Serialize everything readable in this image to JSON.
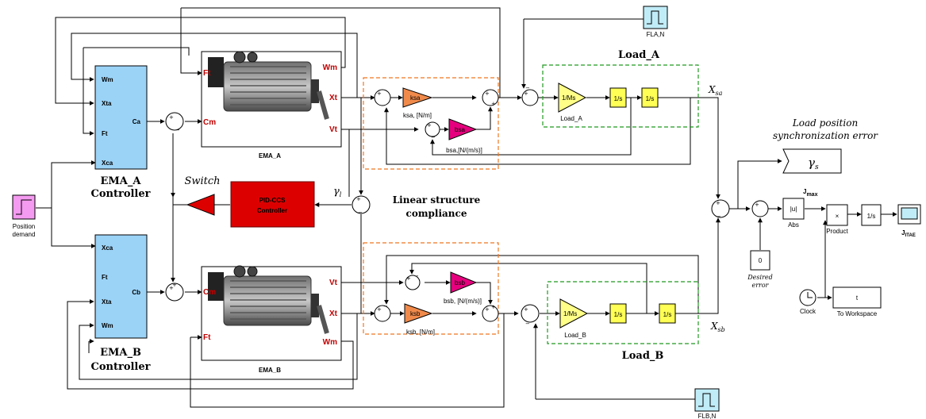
{
  "colors": {
    "controller": "#9bd3f7",
    "pid": "#dd0000",
    "switch_gain": "#dd0000",
    "spring_gain": "#f08a4b",
    "damper_gain": "#e6007e",
    "mass_gain": "#ffff88",
    "integrator": "#ffff55",
    "step_source": "#f49af0",
    "scope": "#c0ecf7",
    "dashed_orange": "#ee7722",
    "dashed_green": "#229922"
  },
  "controller_a": {
    "ports_in": [
      "Wm",
      "Xta",
      "Ft",
      "Xca"
    ],
    "port_out": "Ca",
    "title_line1": "EMA_A",
    "title_line2": "Controller"
  },
  "controller_b": {
    "ports_in": [
      "Xca",
      "Ft",
      "Xta",
      "Wm"
    ],
    "port_out": "Cb",
    "title_line1": "EMA_B",
    "title_line2": "Controller"
  },
  "ema_a": {
    "port_in": "Cm",
    "ports_out": [
      "Wm",
      "Xt",
      "Vt"
    ],
    "left_top_port": "Ft",
    "label": "EMA_A"
  },
  "ema_b": {
    "port_in": "Cm",
    "ports_out": [
      "Vt",
      "Xt",
      "Wm"
    ],
    "left_bottom_port": "Ft",
    "label": "EMA_B"
  },
  "position_demand": {
    "label_line1": "Position",
    "label_line2": "demand"
  },
  "switch": {
    "label": "Switch"
  },
  "pid": {
    "line1": "PID-CCS",
    "line2": "Controller"
  },
  "gamma_l": {
    "symbol": "γ",
    "subscript": "l"
  },
  "linear_compliance": {
    "line1": "Linear structure",
    "line2": "compliance"
  },
  "spring_a": {
    "block": "ksa",
    "caption": "ksa, [N/m]"
  },
  "damper_a": {
    "block": "bsa",
    "caption": "bsa,[N/(m/s)]"
  },
  "spring_b": {
    "block": "ksb",
    "caption": "ksb, [N/m]"
  },
  "damper_b": {
    "block": "bsb",
    "caption": "bsb, [N/(m/s)]"
  },
  "load_a": {
    "title": "Load_A",
    "mass": "1/Ms",
    "mass_caption": "Load_A",
    "integrator": "1/s"
  },
  "load_b": {
    "title": "Load_B",
    "mass": "1/Ms",
    "mass_caption": "Load_B",
    "integrator": "1/s"
  },
  "fla": {
    "label": "FLA,N"
  },
  "flb": {
    "label": "FLB,N"
  },
  "xsa": {
    "symbol": "X",
    "subscript": "sa"
  },
  "xsb": {
    "symbol": "X",
    "subscript": "sb"
  },
  "sync_error": {
    "line1": "Load position",
    "line2": "synchronization error"
  },
  "gamma_s": {
    "symbol": "γ",
    "subscript": "s"
  },
  "jmax": {
    "symbol": "J",
    "subscript": "max"
  },
  "abs": {
    "block": "|u|",
    "caption": "Abs"
  },
  "desired_error": {
    "value": "0",
    "line1": "Desired",
    "line2": "error"
  },
  "product": {
    "block": "×",
    "caption": "Product"
  },
  "integrator_j": {
    "block": "1/s"
  },
  "jitae": {
    "symbol": "J",
    "subscript": "ITAE"
  },
  "clock": {
    "caption": "Clock"
  },
  "to_workspace": {
    "value": "t",
    "caption": "To Workspace"
  }
}
